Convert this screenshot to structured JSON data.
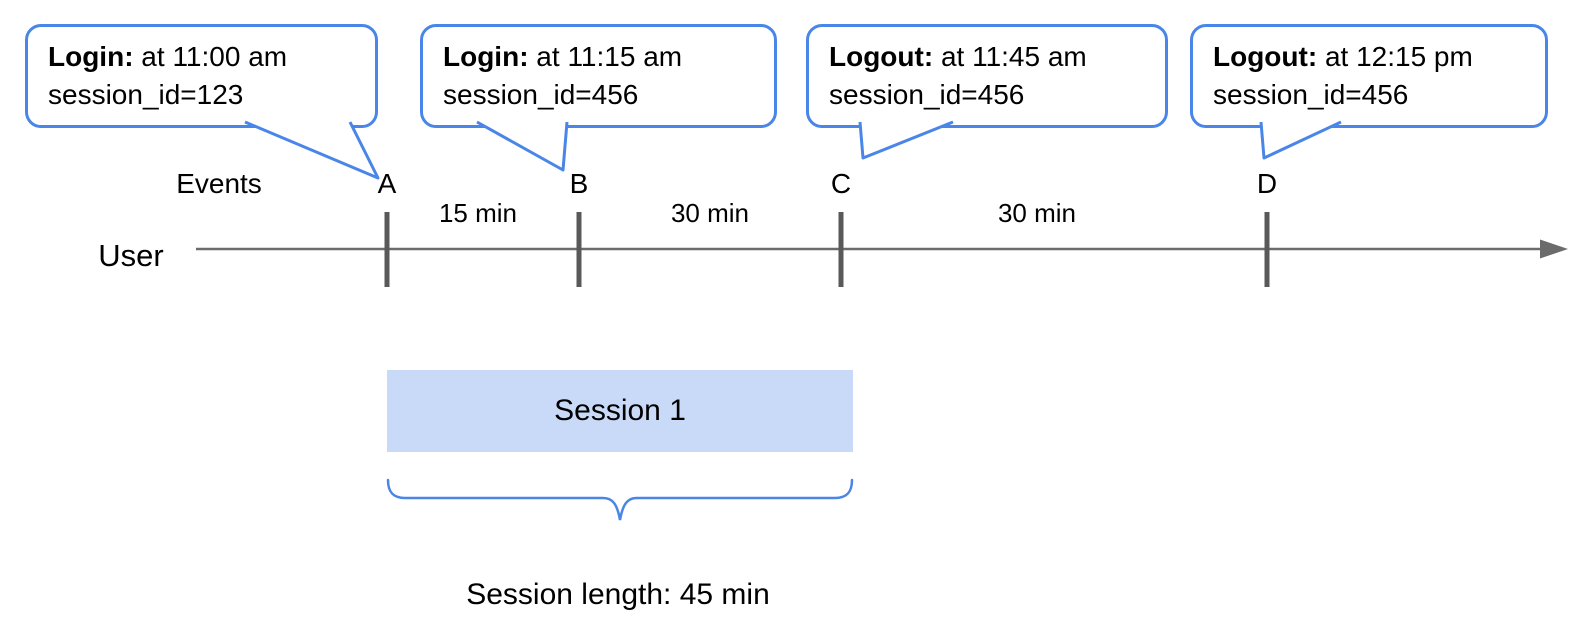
{
  "diagram": {
    "bubbles": [
      {
        "event": "Login:",
        "detail": " at 11:00 am",
        "session": "session_id=123"
      },
      {
        "event": "Login:",
        "detail": " at 11:15 am",
        "session": "session_id=456"
      },
      {
        "event": "Logout:",
        "detail": " at 11:45 am",
        "session": "session_id=456"
      },
      {
        "event": "Logout:",
        "detail": " at 12:15 pm",
        "session": "session_id=456"
      }
    ],
    "timeline": {
      "events_label": "Events",
      "user_label": "User",
      "markers": [
        "A",
        "B",
        "C",
        "D"
      ],
      "intervals": [
        "15 min",
        "30 min",
        "30 min"
      ]
    },
    "session": {
      "box_label": "Session 1",
      "length_label": "Session length: 45 min"
    },
    "colors": {
      "callout_border": "#4a86e8",
      "session_fill": "#c9daf8",
      "timeline_line": "#6b6b6b",
      "tick": "#595959"
    }
  }
}
